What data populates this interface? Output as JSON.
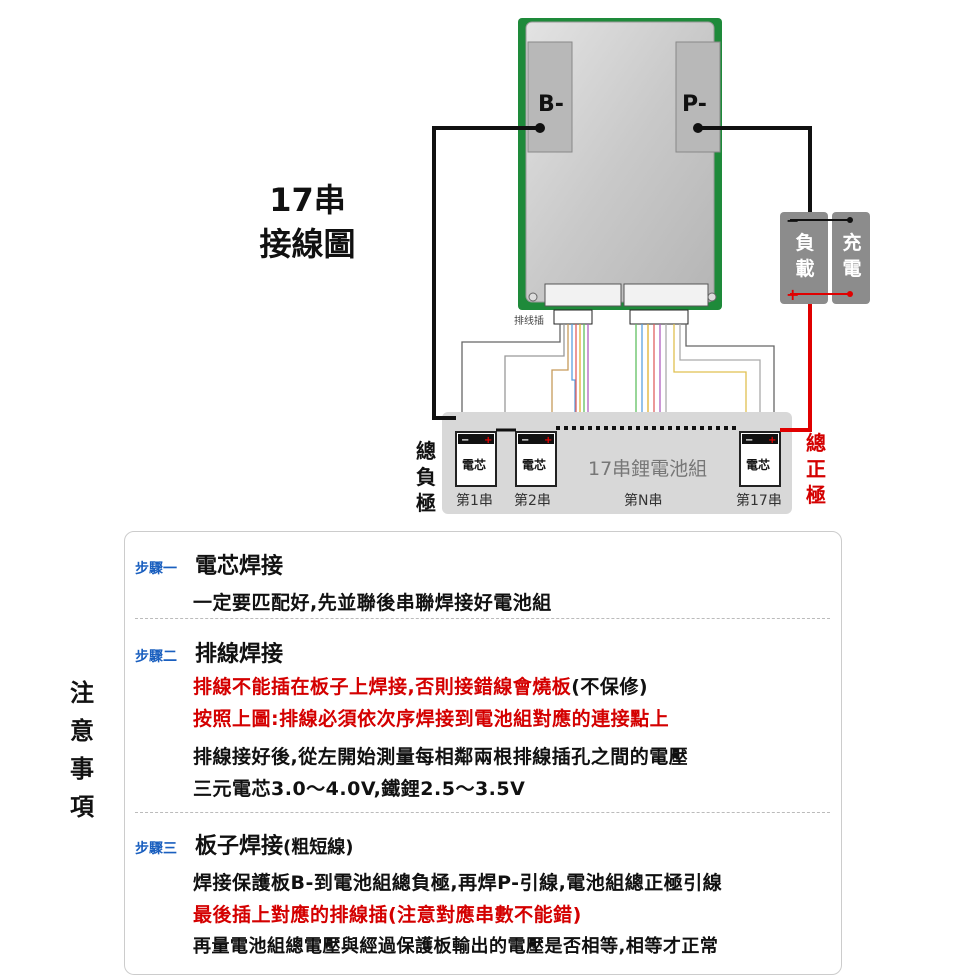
{
  "diagram": {
    "title_line1": "17串",
    "title_line2": "接線圖",
    "board_b_minus": "B-",
    "board_p_minus": "P-",
    "connector_label": "排线插",
    "load_label": "負載",
    "charge_label": "充電",
    "total_negative": "總負極",
    "total_positive": "總正極",
    "cell_text": "電芯",
    "cell_series_labels": [
      "第1串",
      "第2串",
      "第N串",
      "第17串"
    ],
    "pack_label": "17串鋰電池組"
  },
  "notes": {
    "side_title": "注意事項",
    "step1": {
      "tag": "步驟一",
      "title": "電芯焊接",
      "lines": [
        "一定要匹配好,先並聯後串聯焊接好電池組"
      ]
    },
    "step2": {
      "tag": "步驟二",
      "title": "排線焊接",
      "line1_red": "排線不能插在板子上焊接,否則接錯線會燒板",
      "line1_tail": "(不保修)",
      "line2_red": "按照上圖:排線必須依次序焊接到電池組對應的連接點上",
      "line3": "排線接好後,從左開始測量每相鄰兩根排線插孔之間的電壓",
      "line4": "三元電芯3.0～4.0V,鐵鋰2.5～3.5V"
    },
    "step3": {
      "tag": "步驟三",
      "title": "板子焊接",
      "title_tail": "(粗短線)",
      "line1": "焊接保護板B-到電池組總負極,再焊P-引線,電池組總正極引線",
      "line2_red": "最後插上對應的排線插(注意對應串數不能錯)",
      "line3": "再量電池組總電壓與經過保護板輸出的電壓是否相等,相等才正常"
    }
  },
  "colors": {
    "wire_black": "#111111",
    "wire_red": "#e00000",
    "step_blue": "#1a5fbf",
    "warning_red": "#d40000",
    "board_silver": "#cfcfcf",
    "pcb_green": "#1e8a3a"
  }
}
